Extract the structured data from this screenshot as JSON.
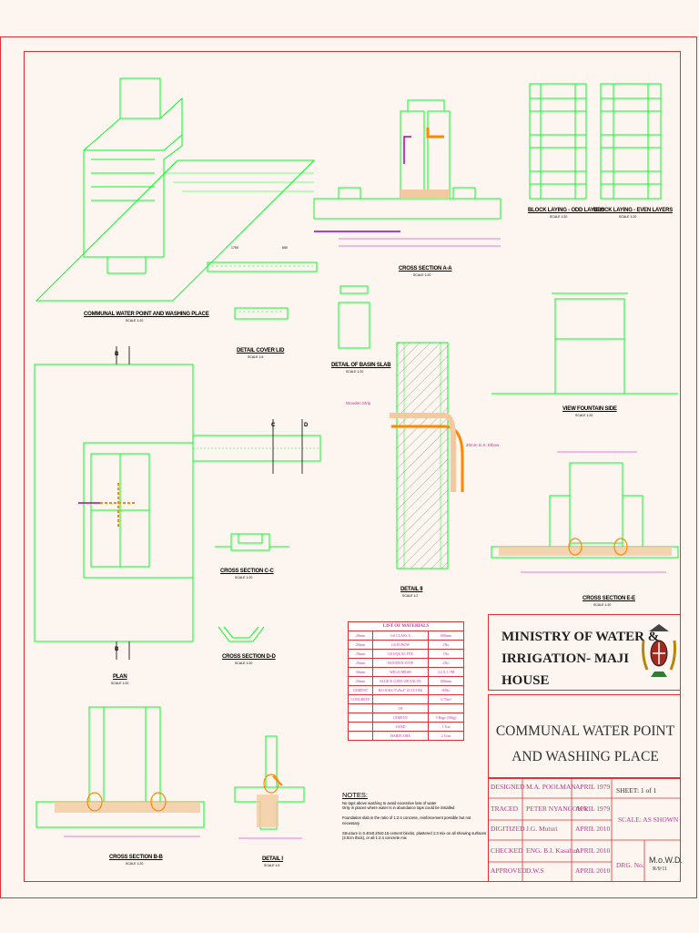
{
  "views": {
    "communal_water_point": {
      "caption": "COMMUNAL WATER POINT AND WASHING PLACE",
      "scale": "SCALE 1:20"
    },
    "detail_cover_lid": {
      "caption": "DETAIL COVER LID",
      "scale": "SCALE 1:5",
      "dims": [
        "1750",
        "650"
      ]
    },
    "cross_section_aa": {
      "caption": "CROSS SECTION A-A",
      "scale": "SCALE 1:20"
    },
    "detail_basin_slab": {
      "caption": "DETAIL OF BASIN SLAB",
      "scale": "SCALE 1:20"
    },
    "block_odd": {
      "caption": "BLOCK LAYING - ODD LAYERS",
      "scale": "SCALE 1:20"
    },
    "block_even": {
      "caption": "BLOCK LAYING - EVEN LAYERS",
      "scale": "SCALE 1:20"
    },
    "view_fountain": {
      "caption": "VIEW FOUNTAIN SIDE",
      "scale": "SCALE 1:20"
    },
    "cross_section_ee": {
      "caption": "CROSS SECTION E-E",
      "scale": "SCALE 1:20"
    },
    "detail_ii": {
      "caption": "DETAIL II",
      "scale": "SCALE 1:2",
      "label_wooden": "Wooden Strip",
      "label_elbow": "20mm G.S. Elbow"
    },
    "cross_section_cc": {
      "caption": "CROSS SECTION C-C",
      "scale": "SCALE 1:20"
    },
    "cross_section_dd": {
      "caption": "CROSS SECTION D-D",
      "scale": "SCALE 1:20"
    },
    "plan": {
      "caption": "PLAN",
      "scale": "SCALE 1:20"
    },
    "cross_section_bb": {
      "caption": "CROSS SECTION B-B",
      "scale": "SCALE 1:20"
    },
    "detail_i": {
      "caption": "DETAIL I",
      "scale": "SCALE 1:5"
    }
  },
  "section_marks": {
    "b": "B",
    "c": "C",
    "d": "D"
  },
  "materials": {
    "title": "LIST OF MATERIALS",
    "rows": [
      {
        "size": "20mm",
        "item": "GS CLASS A",
        "qty": "600mm"
      },
      {
        "size": "20mm",
        "item": "GS ELBOW",
        "qty": "2No"
      },
      {
        "size": "20mm",
        "item": "GS EQUAL TEE",
        "qty": "1No"
      },
      {
        "size": "20mm",
        "item": "WOODEN STOP",
        "qty": "2No"
      },
      {
        "size": "50mm",
        "item": "WELD MESH",
        "qty": "3.2 X 1.7M"
      },
      {
        "size": "20mm",
        "item": "SLUICE GATE OR VALVE",
        "qty": "600mm"
      },
      {
        "size": "CEMENT",
        "item": "BLOCKS 9\"x9x4\" (0.5T/100)",
        "qty": "60No"
      },
      {
        "size": "CONCRETE",
        "item": "",
        "qty": "0.75m³"
      },
      {
        "size": "",
        "item": "OF",
        "qty": ""
      },
      {
        "size": "",
        "item": "CEMENT",
        "qty": "5 Bags (50kg)"
      },
      {
        "size": "",
        "item": "SAND",
        "qty": "1 Ton"
      },
      {
        "size": "",
        "item": "HARDCORE",
        "qty": "2 Tons"
      }
    ]
  },
  "notes": {
    "heading": "NOTES:",
    "lines": [
      "No taps above washing to avoid excessive loss of water",
      "Only in places where water is in abundance taps could be installed",
      "Foundation slab in the ratio of 1:2:4 concrete, reinforcement possible but not necessary",
      "Structure in 0.40x0.20x0.15 cement blocks, plastered 1:3 mix on all showing surfaces (3.0cm thick), or all 1:2:4 concrete mix"
    ]
  },
  "title_block": {
    "ministry_line1": "MINISTRY OF WATER &",
    "ministry_line2": "IRRIGATION- MAJI HOUSE",
    "project_line1": "COMMUNAL WATER POINT",
    "project_line2": "AND WASHING PLACE",
    "rows": [
      {
        "role": "DESIGNED",
        "name": "M.A. POOLMAN",
        "date": "APRIL 1979"
      },
      {
        "role": "TRACED",
        "name": "PETER NYANGOKA",
        "date": "APRIL 1979"
      },
      {
        "role": "DIGITIZED",
        "name": "J.G. Muturi",
        "date": "APRIL 2010"
      },
      {
        "role": "CHECKED",
        "name": "ENG. B.I. Kasahun",
        "date": "APRIL 2010"
      },
      {
        "role": "APPROVED",
        "name": "D.W.S",
        "date": "APRIL 2010"
      }
    ],
    "sheet": "SHEET: 1 of 1",
    "scale": "SCALE: AS SHOWN",
    "drg_label": "DRG. No.",
    "drg_no": "M.o.W.D.",
    "drg_ref": "R/9/11"
  },
  "colors": {
    "frame": "#dd3333",
    "line": "#00ff22",
    "dim": "#cc00cc",
    "pipe": "#ff8800",
    "table_text": "#c2329a"
  }
}
